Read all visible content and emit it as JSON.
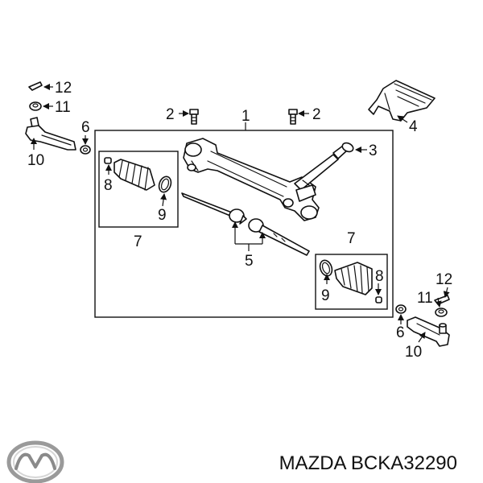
{
  "diagram": {
    "callouts": {
      "rack_assembly": "1",
      "bolt_left": "2",
      "bolt_right": "2",
      "clamp": "3",
      "bracket": "4",
      "tie_rod": "5",
      "nut_left": "6",
      "nut_right": "6",
      "boot_kit_left": "7",
      "boot_kit_right": "7",
      "boot_clip_left": "8",
      "boot_clip_right": "8",
      "boot_band_left": "9",
      "boot_band_right": "9",
      "tie_rod_end_left": "10",
      "tie_rod_end_right": "10",
      "castle_nut_left": "11",
      "castle_nut_right": "11",
      "cotter_pin_left": "12",
      "cotter_pin_right": "12"
    },
    "caption": "MAZDA BCKA32290"
  }
}
